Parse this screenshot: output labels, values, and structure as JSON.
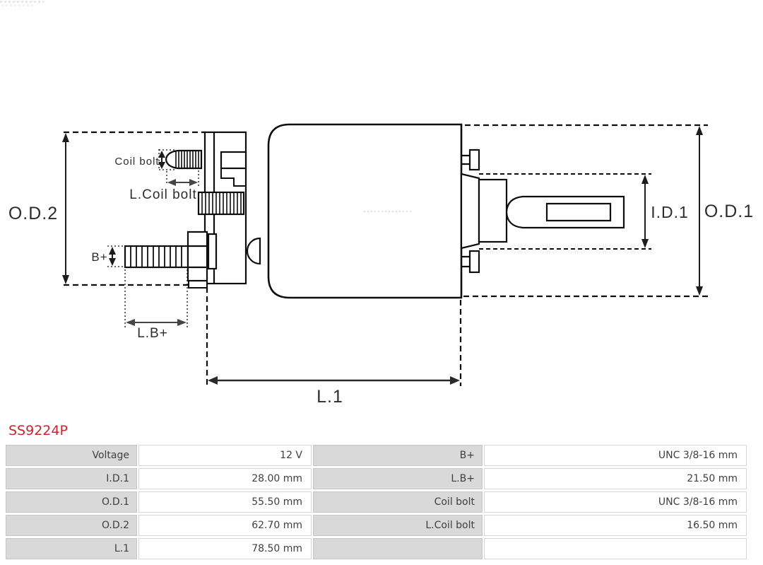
{
  "part_title": {
    "text": "SS9224P",
    "color": "#c9252d"
  },
  "diagram": {
    "labels": {
      "od2": "O.D.2",
      "od1": "O.D.1",
      "id1": "I.D.1",
      "l1": "L.1",
      "lb_plus": "L.B+",
      "b_plus": "B+",
      "coil_bolt": "Coil bolt",
      "l_coil_bolt": "L.Coil bolt"
    },
    "line_color": "#0d0d0d"
  },
  "spec_table": {
    "rows": [
      [
        "Voltage",
        "12 V",
        "B+",
        "UNC 3/8-16 mm"
      ],
      [
        "I.D.1",
        "28.00 mm",
        "L.B+",
        "21.50 mm"
      ],
      [
        "O.D.1",
        "55.50 mm",
        "Coil bolt",
        "UNC 3/8-16 mm"
      ],
      [
        "O.D.2",
        "62.70 mm",
        "L.Coil bolt",
        "16.50 mm"
      ],
      [
        "L.1",
        "78.50 mm",
        "",
        ""
      ]
    ]
  }
}
